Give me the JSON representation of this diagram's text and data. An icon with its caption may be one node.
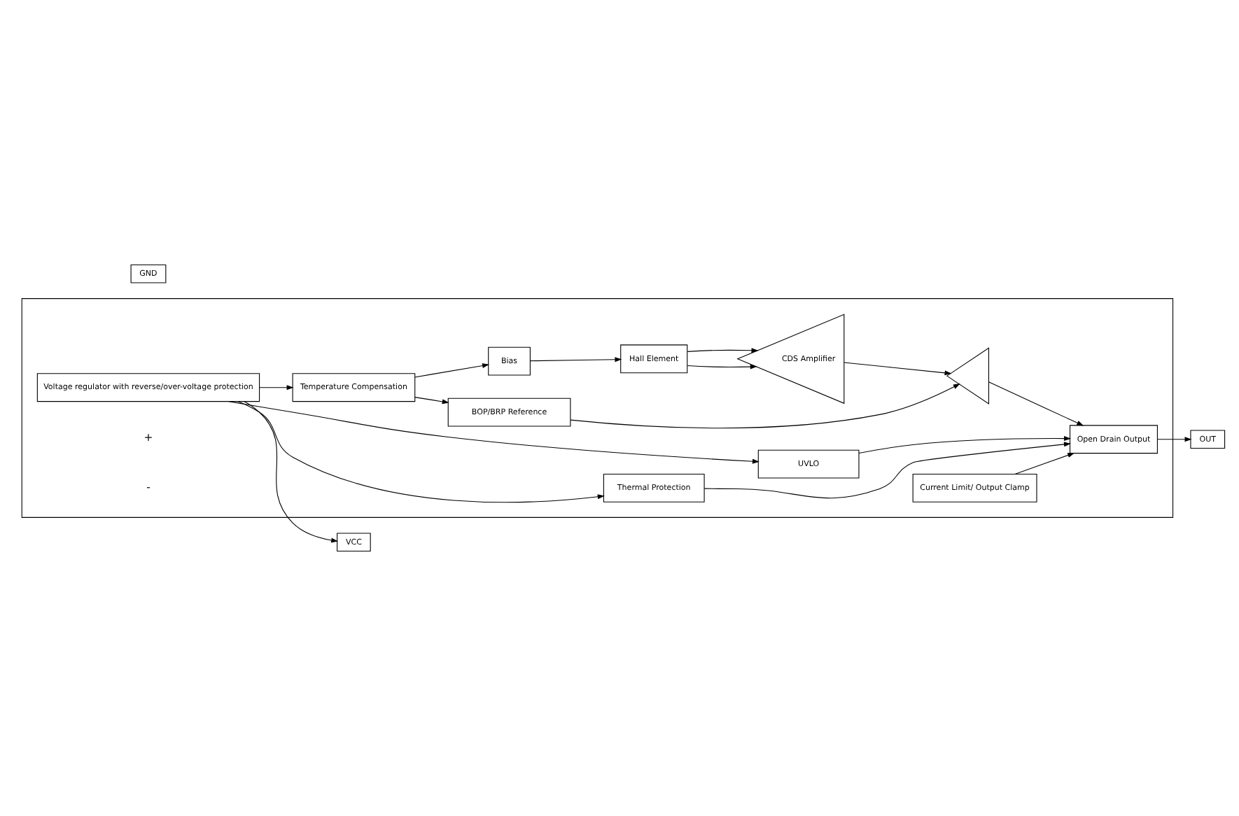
{
  "diagram": {
    "nodes": [
      {
        "text": [],
        "shape": "box"
      },
      {
        "text": [
          "VCC"
        ]
      },
      {
        "text": [
          "Voltage regulator with reverse/over-voltage protection"
        ],
        "in": 0
      },
      {
        "text": [
          "Thermal Protection"
        ],
        "in": 0
      },
      {
        "text": [
          "UVLO"
        ],
        "in": 0
      },
      {
        "text": [
          "Temperature Compensation"
        ],
        "in": 0
      },
      {
        "text": [
          "BOP/BRP Reference"
        ],
        "in": 0
      },
      {
        "text": [
          "Bias"
        ],
        "in": 0
      },
      {
        "text": [
          "Hall Element"
        ],
        "in": 0
      },
      {
        "text": [
          "CDS Amplifier"
        ],
        "in": 0
      },
      {
        "text": [],
        "shape": "triangle",
        "in": 0
      },
      {
        "text": [
          "Open Drain Output"
        ],
        "in": 0
      },
      {
        "text": [
          "Current Limit/ Output Clamp"
        ],
        "in": 0
      },
      {
        "text": [
          "OUT"
        ]
      },
      {
        "text": [
          "GND"
        ]
      }
    ],
    "edges": [
      {
        "from": 2,
        "to": 1,
        "arrow": "to"
      },
      {
        "from": 2,
        "to": 3,
        "arrow": "to"
      },
      {
        "from": 2,
        "to": 4,
        "arrow": "to"
      },
      {
        "from": 2,
        "to": 5,
        "arrow": "to"
      },
      {
        "from": 5,
        "to": 6,
        "arrow": "to"
      },
      {
        "from": 5,
        "to": 7,
        "arrow": "to"
      },
      {
        "from": 7,
        "to": 8,
        "arrow": "to"
      },
      {
        "from": 8,
        "to": 9,
        "arrow": "to"
      },
      {
        "from": 8,
        "to": 9,
        "arrow": "to"
      },
      {
        "from": 6,
        "to": 10,
        "arrow": "to"
      },
      {
        "from": 9,
        "to": 10,
        "arrow": "to"
      },
      {
        "from": 10,
        "to": 11,
        "arrow": "to"
      },
      {
        "from": 3,
        "to": 11,
        "arrow": "to"
      },
      {
        "from": 4,
        "to": 11,
        "arrow": "to"
      },
      {
        "from": 12,
        "to": 11,
        "arrow": "to"
      },
      {
        "from": 11,
        "to": 13,
        "arrow": "to"
      }
    ],
    "labels": [
      "+",
      "-"
    ]
  }
}
